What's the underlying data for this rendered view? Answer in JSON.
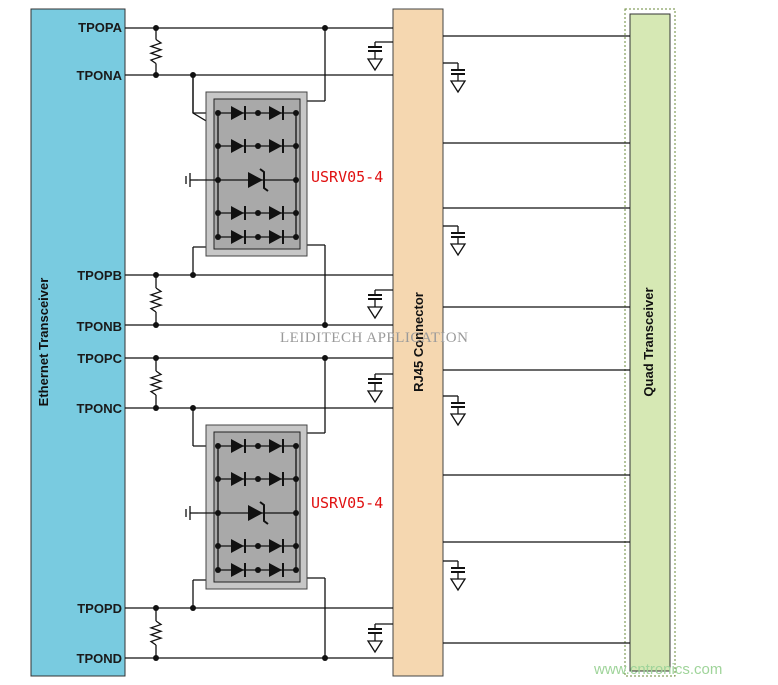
{
  "blocks": {
    "ethernet": "Ethernet Transceiver",
    "rj45": "RJ45 Connector",
    "quad": "Quad Transceiver"
  },
  "pins": [
    "TPOPA",
    "TPONA",
    "TPOPB",
    "TPONB",
    "TPOPC",
    "TPONC",
    "TPOPD",
    "TPOND"
  ],
  "tvs_parts": [
    "USRV05-4",
    "USRV05-4"
  ],
  "watermark": "LEIDITECH APPLICATION",
  "site_mark": "www.cntronics.com",
  "colors": {
    "ethernet_fill": "#79cbe0",
    "rj45_fill": "#f5d7b0",
    "quad_fill": "#d6e8b4",
    "tvs_fill": "#a9a9a9",
    "part_label": "#e01010"
  },
  "icons": [
    "resistor-icon",
    "capacitor-icon",
    "ground-icon",
    "tvs-diode-icon",
    "zener-diode-icon"
  ]
}
